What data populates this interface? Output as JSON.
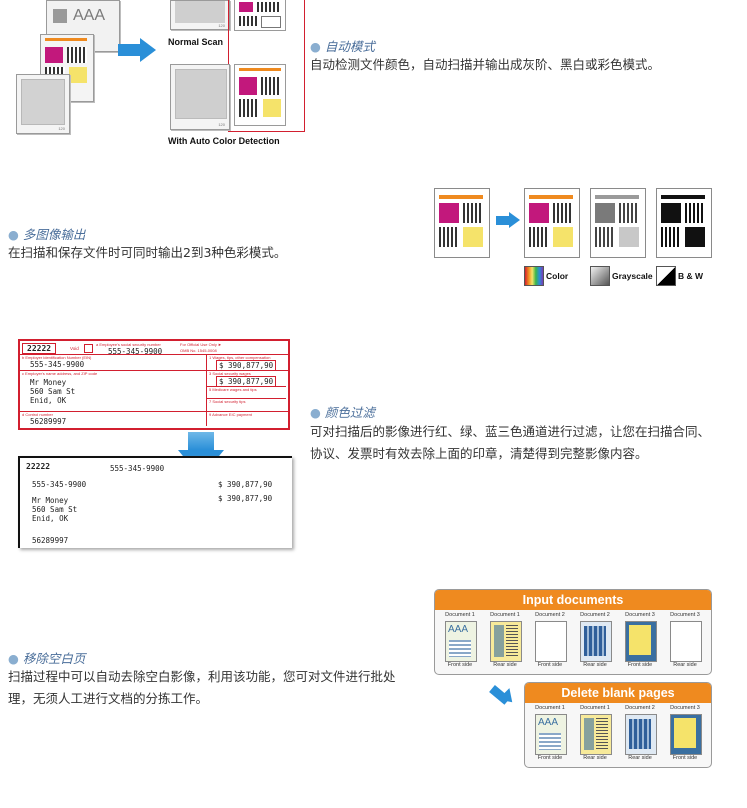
{
  "features": [
    {
      "title": "自动模式",
      "desc": "自动检测文件颜色，自动扫描并输出成灰阶、黑白或彩色模式。"
    },
    {
      "title": "多图像输出",
      "desc": "在扫描和保存文件时可同时输出2到3种色彩模式。"
    },
    {
      "title": "颜色过滤",
      "desc": "可对扫描后的影像进行红、绿、蓝三色通道进行过滤，让您在扫描合同、协议、发票时有效去除上面的印章，清楚得到完整影像内容。"
    },
    {
      "title": "移除空白页",
      "desc": "扫描过程中可以自动去除空白影像，利用该功能，您可对文件进行批处理，无须人工进行文档的分拣工作。"
    }
  ],
  "diagram1": {
    "aaa": "AAA",
    "page_num": "120",
    "normal_scan": "Normal Scan",
    "auto_color": "With Auto Color Detection"
  },
  "diagram2": {
    "color": "Color",
    "grayscale": "Grayscale",
    "bw": "B & W"
  },
  "form": {
    "code": "22222",
    "void": "Void",
    "ssn_label": "a Employee's social security number",
    "ssn": "555-345-9900",
    "official": "For Official Use Only ►",
    "omb": "OMB No. 1545-0008",
    "ein_label": "b Employer identification Number (EIN)",
    "ein": "555-345-9900",
    "wages_label": "1 Wages, tips, other compensation",
    "wages": "$ 390,877,90",
    "emp_label": "c Employer's name address, and ZIP code",
    "ss_label": "3 Social security wages",
    "ss": "$ 390,877,90",
    "name": "Mr Money",
    "addr1": "560 Sam St",
    "addr2": "Enid, OK",
    "medicare_label": "5 Medicare wages and tips",
    "sstips_label": "7 Social security tips",
    "control_label": "d Control number",
    "control": "56289997",
    "eic_label": "9 Advance EIC payment"
  },
  "blank": {
    "input_title": "Input documents",
    "delete_title": "Delete blank pages",
    "input_cols": [
      {
        "doc": "Document 1",
        "side": "Front side"
      },
      {
        "doc": "Document 1",
        "side": "Rear side"
      },
      {
        "doc": "Document 2",
        "side": "Front side"
      },
      {
        "doc": "Document 2",
        "side": "Rear side"
      },
      {
        "doc": "Document 3",
        "side": "Front side"
      },
      {
        "doc": "Document 3",
        "side": "Rear side"
      }
    ],
    "output_cols": [
      {
        "doc": "Document 1",
        "side": "Front side"
      },
      {
        "doc": "Document 1",
        "side": "Rear side"
      },
      {
        "doc": "Document 2",
        "side": "Rear side"
      },
      {
        "doc": "Document 3",
        "side": "Front side"
      }
    ],
    "aaa": "AAA"
  },
  "colors": {
    "accent_blue": "#2a8fd8",
    "orange": "#ef8a1f",
    "red": "#d21f2f",
    "magenta": "#c2187c",
    "yellow": "#f5e36a"
  }
}
